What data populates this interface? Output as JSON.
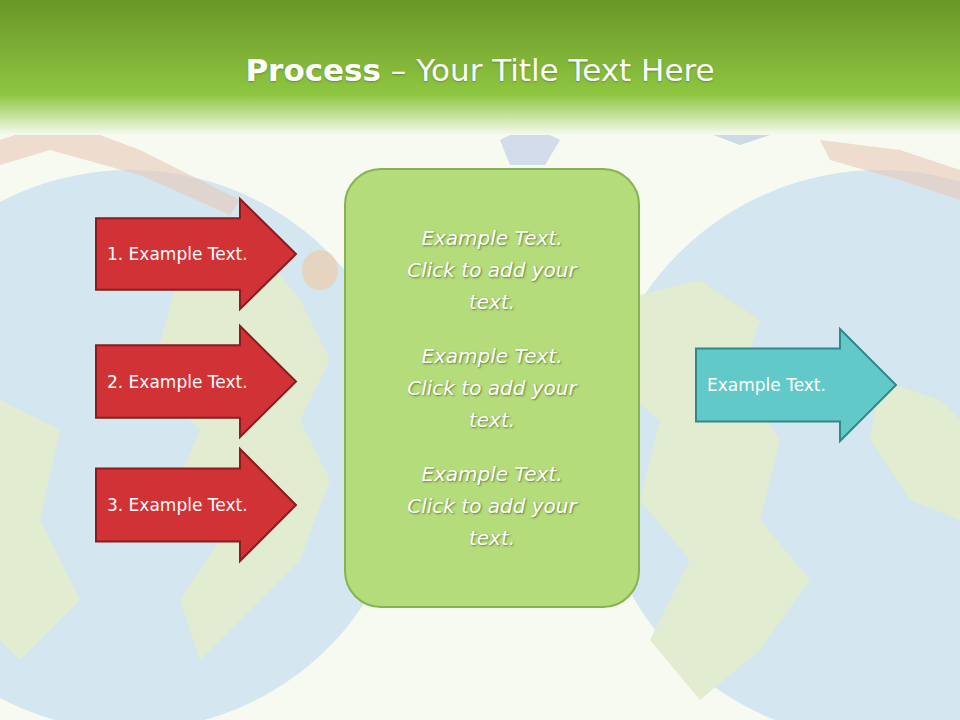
{
  "diagram": {
    "title": "Process – Your Title Text Here",
    "nodes": [
      {
        "text": [
          "1. Example Text."
        ]
      },
      {
        "text": [
          "2. Example Text."
        ]
      },
      {
        "text": [
          "3. Example Text."
        ]
      },
      {
        "text": [
          "Example Text. Click  to add your text.",
          "Example Text. Click  to add your text.",
          "Example Text. Click  to add your text."
        ]
      },
      {
        "text": [
          "Example Text."
        ]
      }
    ]
  }
}
